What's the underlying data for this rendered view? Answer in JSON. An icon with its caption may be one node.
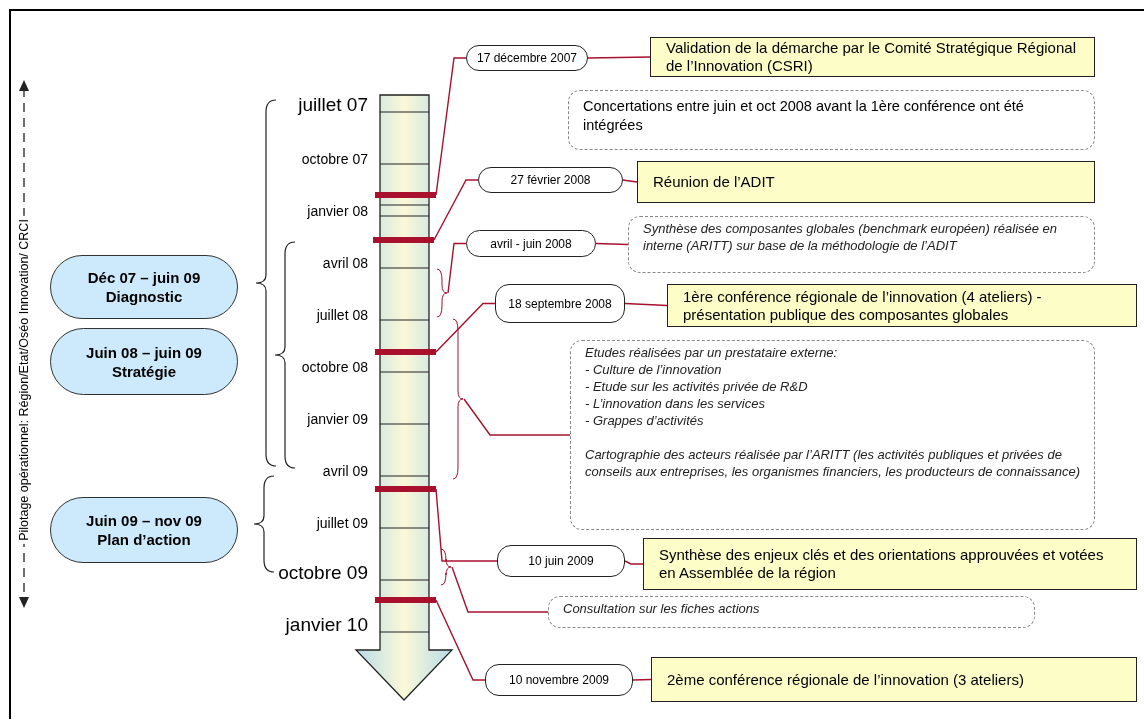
{
  "diagram": {
    "nodes": [
      {
        "text": [
          "Déc 07 – juin 09",
          "Diagnostic"
        ]
      },
      {
        "text": [
          "Juin 08 – juin 09",
          "Stratégie"
        ]
      },
      {
        "text": [
          "Juin 09 – nov 09",
          "Plan d’action"
        ]
      },
      {
        "text": [],
        "shape": "bar"
      },
      {
        "text": [
          "17 décembre 2007"
        ]
      },
      {
        "text": [
          "Validation de la démarche par le Comité Stratégique Régional de l’Innovation (CSRI)"
        ]
      },
      {
        "text": [
          "Concertations entre juin et oct 2008 avant la 1ère conférence ont été intégrées"
        ]
      },
      {
        "text": [],
        "shape": "bar"
      },
      {
        "text": [
          "27 février 2008"
        ]
      },
      {
        "text": [
          "Réunion de l’ADIT"
        ]
      },
      {
        "text": [],
        "shape": "brace"
      },
      {
        "text": [
          "avril - juin 2008"
        ]
      },
      {
        "text": [
          "Synthèse des composantes globales (benchmark européen) réalisée en interne (ARITT) sur base de la méthodologie de l’ADIT"
        ]
      },
      {
        "text": [],
        "shape": "bar"
      },
      {
        "text": [
          "18 septembre 2008"
        ]
      },
      {
        "text": [
          "1ère conférence régionale de l’innovation (4 ateliers) - présentation publique des composantes globales"
        ]
      },
      {
        "text": [],
        "shape": "brace"
      },
      {
        "text": [
          "Etudes réalisées par un prestataire externe:",
          "- Culture de l’innovation",
          "- Etude sur les activités privée de R&D",
          "- L’innovation dans les services",
          "- Grappes d’activités",
          "Cartographie des acteurs réalisée par  l’ARITT (les activités publiques et privées de conseils aux entreprises, les organismes financiers, les producteurs de connaissance)"
        ]
      },
      {
        "text": [],
        "shape": "bar"
      },
      {
        "text": [
          "10 juin 2009"
        ]
      },
      {
        "text": [
          "Synthèse des enjeux clés et des orientations approuvées et votées en Assemblée de la région"
        ]
      },
      {
        "text": [],
        "shape": "brace"
      },
      {
        "text": [
          "Consultation sur les fiches actions"
        ]
      },
      {
        "text": [],
        "shape": "bar"
      },
      {
        "text": [
          "10 novembre 2009"
        ]
      },
      {
        "text": [
          "2ème conférence régionale de l’innovation (3 ateliers)"
        ]
      }
    ],
    "edges": [
      {
        "from": 3,
        "to": 4,
        "arrow": "none"
      },
      {
        "from": 4,
        "to": 5,
        "arrow": "none"
      },
      {
        "from": 7,
        "to": 8,
        "arrow": "none"
      },
      {
        "from": 8,
        "to": 9,
        "arrow": "none"
      },
      {
        "from": 10,
        "to": 11,
        "arrow": "none"
      },
      {
        "from": 11,
        "to": 12,
        "arrow": "none"
      },
      {
        "from": 13,
        "to": 14,
        "arrow": "none"
      },
      {
        "from": 14,
        "to": 15,
        "arrow": "none"
      },
      {
        "from": 16,
        "to": 17,
        "arrow": "none"
      },
      {
        "from": 18,
        "to": 19,
        "arrow": "none"
      },
      {
        "from": 19,
        "to": 20,
        "arrow": "none"
      },
      {
        "from": 21,
        "to": 22,
        "arrow": "none"
      },
      {
        "from": 23,
        "to": 24,
        "arrow": "none"
      },
      {
        "from": 24,
        "to": 25,
        "arrow": "none"
      }
    ],
    "labels": [
      "Pilotage opérationnel: Région/Etat/Oséo Innovation/ CRCI",
      "juillet 07",
      "octobre 07",
      "janvier 08",
      "avril 08",
      "juillet 08",
      "octobre 08",
      "janvier 09",
      "avril 09",
      "juillet 09",
      "octobre 09",
      "janvier 10"
    ]
  }
}
